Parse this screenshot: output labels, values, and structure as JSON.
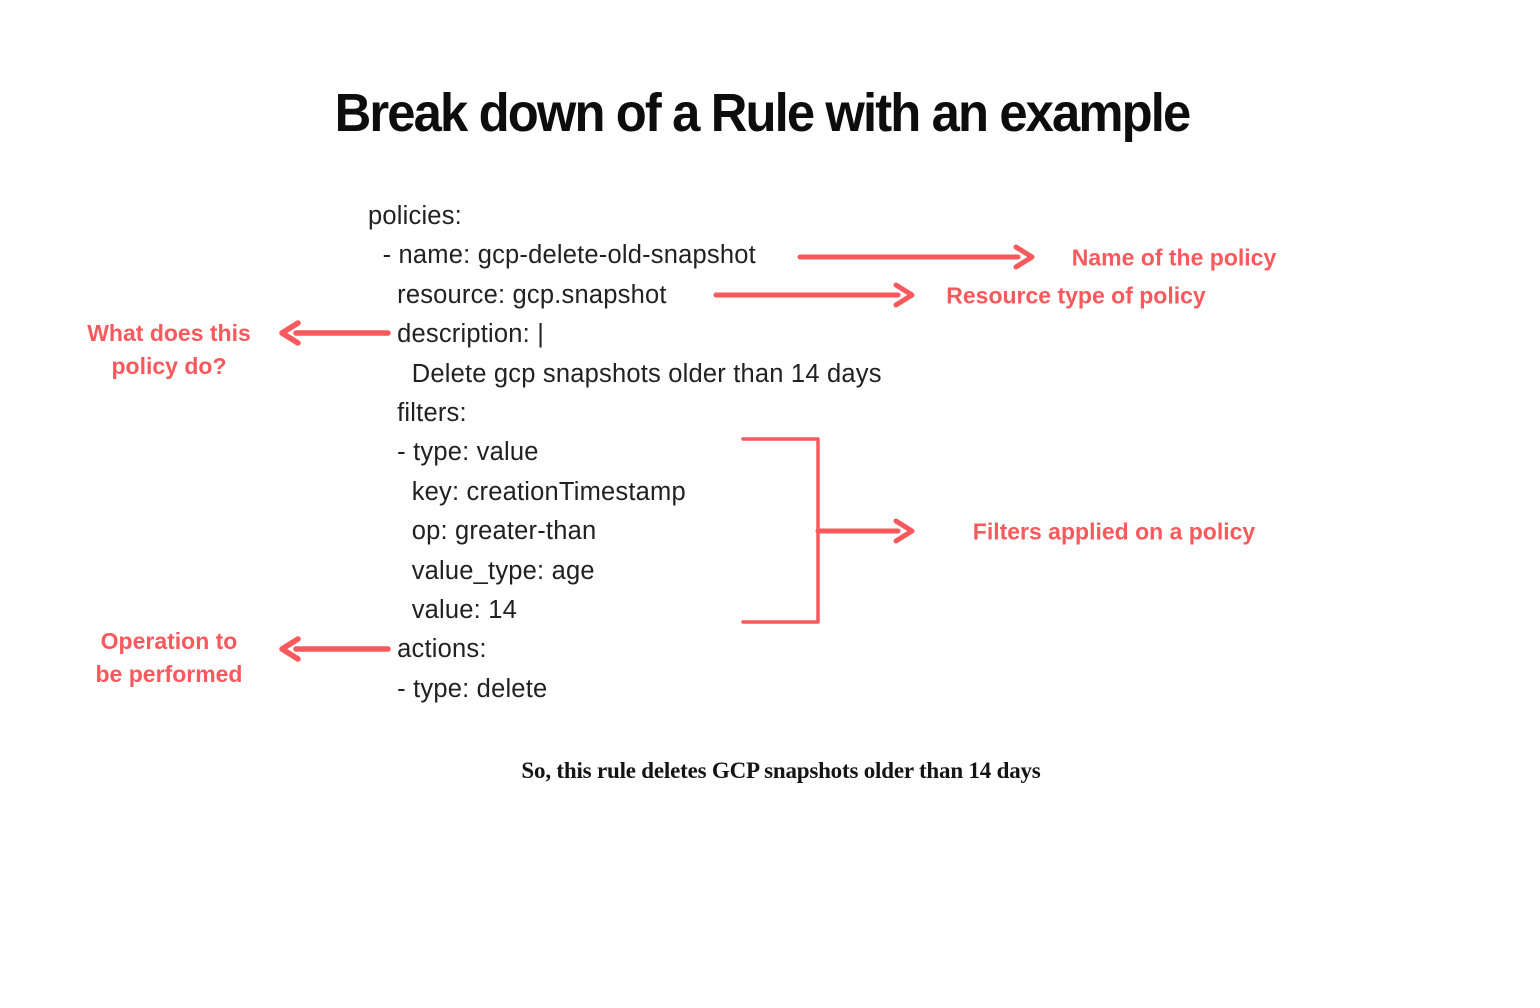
{
  "title": "Break down of a Rule with an example",
  "yaml": {
    "lines": [
      "policies:",
      "  - name: gcp-delete-old-snapshot",
      "    resource: gcp.snapshot",
      "    description: |",
      "      Delete gcp snapshots older than 14 days",
      "    filters:",
      "    - type: value",
      "      key: creationTimestamp",
      "      op: greater-than",
      "      value_type: age",
      "      value: 14",
      "    actions:",
      "    - type: delete"
    ]
  },
  "callouts": {
    "name": "Name of the policy",
    "resource": "Resource type of policy",
    "description": "What does this\npolicy do?",
    "filters": "Filters applied on a policy",
    "actions": "Operation to\nbe performed"
  },
  "conclusion": "So, this rule deletes GCP snapshots older than 14 days",
  "colors": {
    "accent_red": "#F8595D",
    "code_text": "#212121",
    "title_text": "#0D0D0D"
  }
}
